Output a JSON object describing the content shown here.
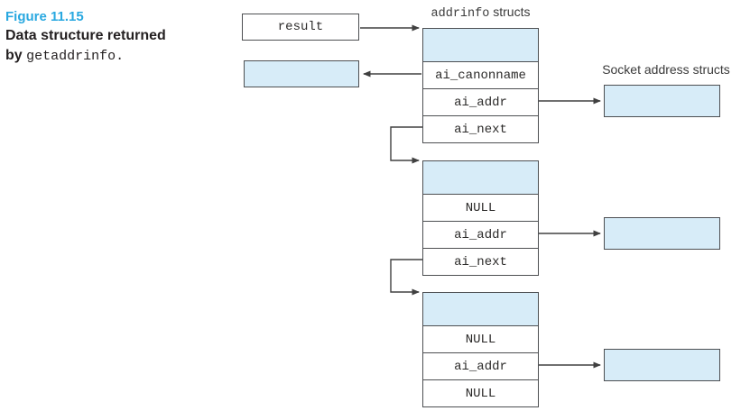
{
  "figure": {
    "label": "Figure 11.15",
    "caption_line1": "Data structure returned",
    "caption_by": "by ",
    "caption_code": "getaddrinfo."
  },
  "labels": {
    "addrinfo_mono": "addrinfo",
    "addrinfo_sans": " structs",
    "socket": "Socket address structs"
  },
  "result_box": {
    "label": "result"
  },
  "structs": [
    {
      "rows": [
        "ai_canonname",
        "ai_addr",
        "ai_next"
      ]
    },
    {
      "rows": [
        "NULL",
        "ai_addr",
        "ai_next"
      ]
    },
    {
      "rows": [
        "NULL",
        "ai_addr",
        "NULL"
      ]
    }
  ],
  "colors": {
    "cell_fill": "#d7ecf8",
    "box_border": "#4d4f52",
    "arrow_line": "#404040",
    "figure_label": "#29a8e0",
    "text": "#231f20"
  }
}
